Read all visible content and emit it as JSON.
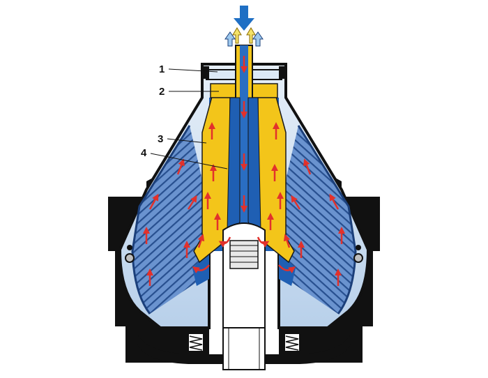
{
  "callouts": [
    {
      "number": "1"
    },
    {
      "number": "2"
    },
    {
      "number": "3"
    },
    {
      "number": "4"
    }
  ],
  "colors": {
    "feed_arrow": "#1f6fc4",
    "outlet_light": "#9ec9ee",
    "outlet_cream": "#f4e36a",
    "housing": "#111111",
    "bowl_light": "#dce9f6",
    "disc_stack": "#5b86c6",
    "light_phase_channel": "#f3c51a",
    "heavy_phase_channel": "#1f5fb3",
    "flow_arrows": "#e2312b"
  },
  "icons": {
    "feed": "down-arrow-icon",
    "outlets": "up-arrow-icon",
    "flow": "flow-arrow-icon"
  }
}
